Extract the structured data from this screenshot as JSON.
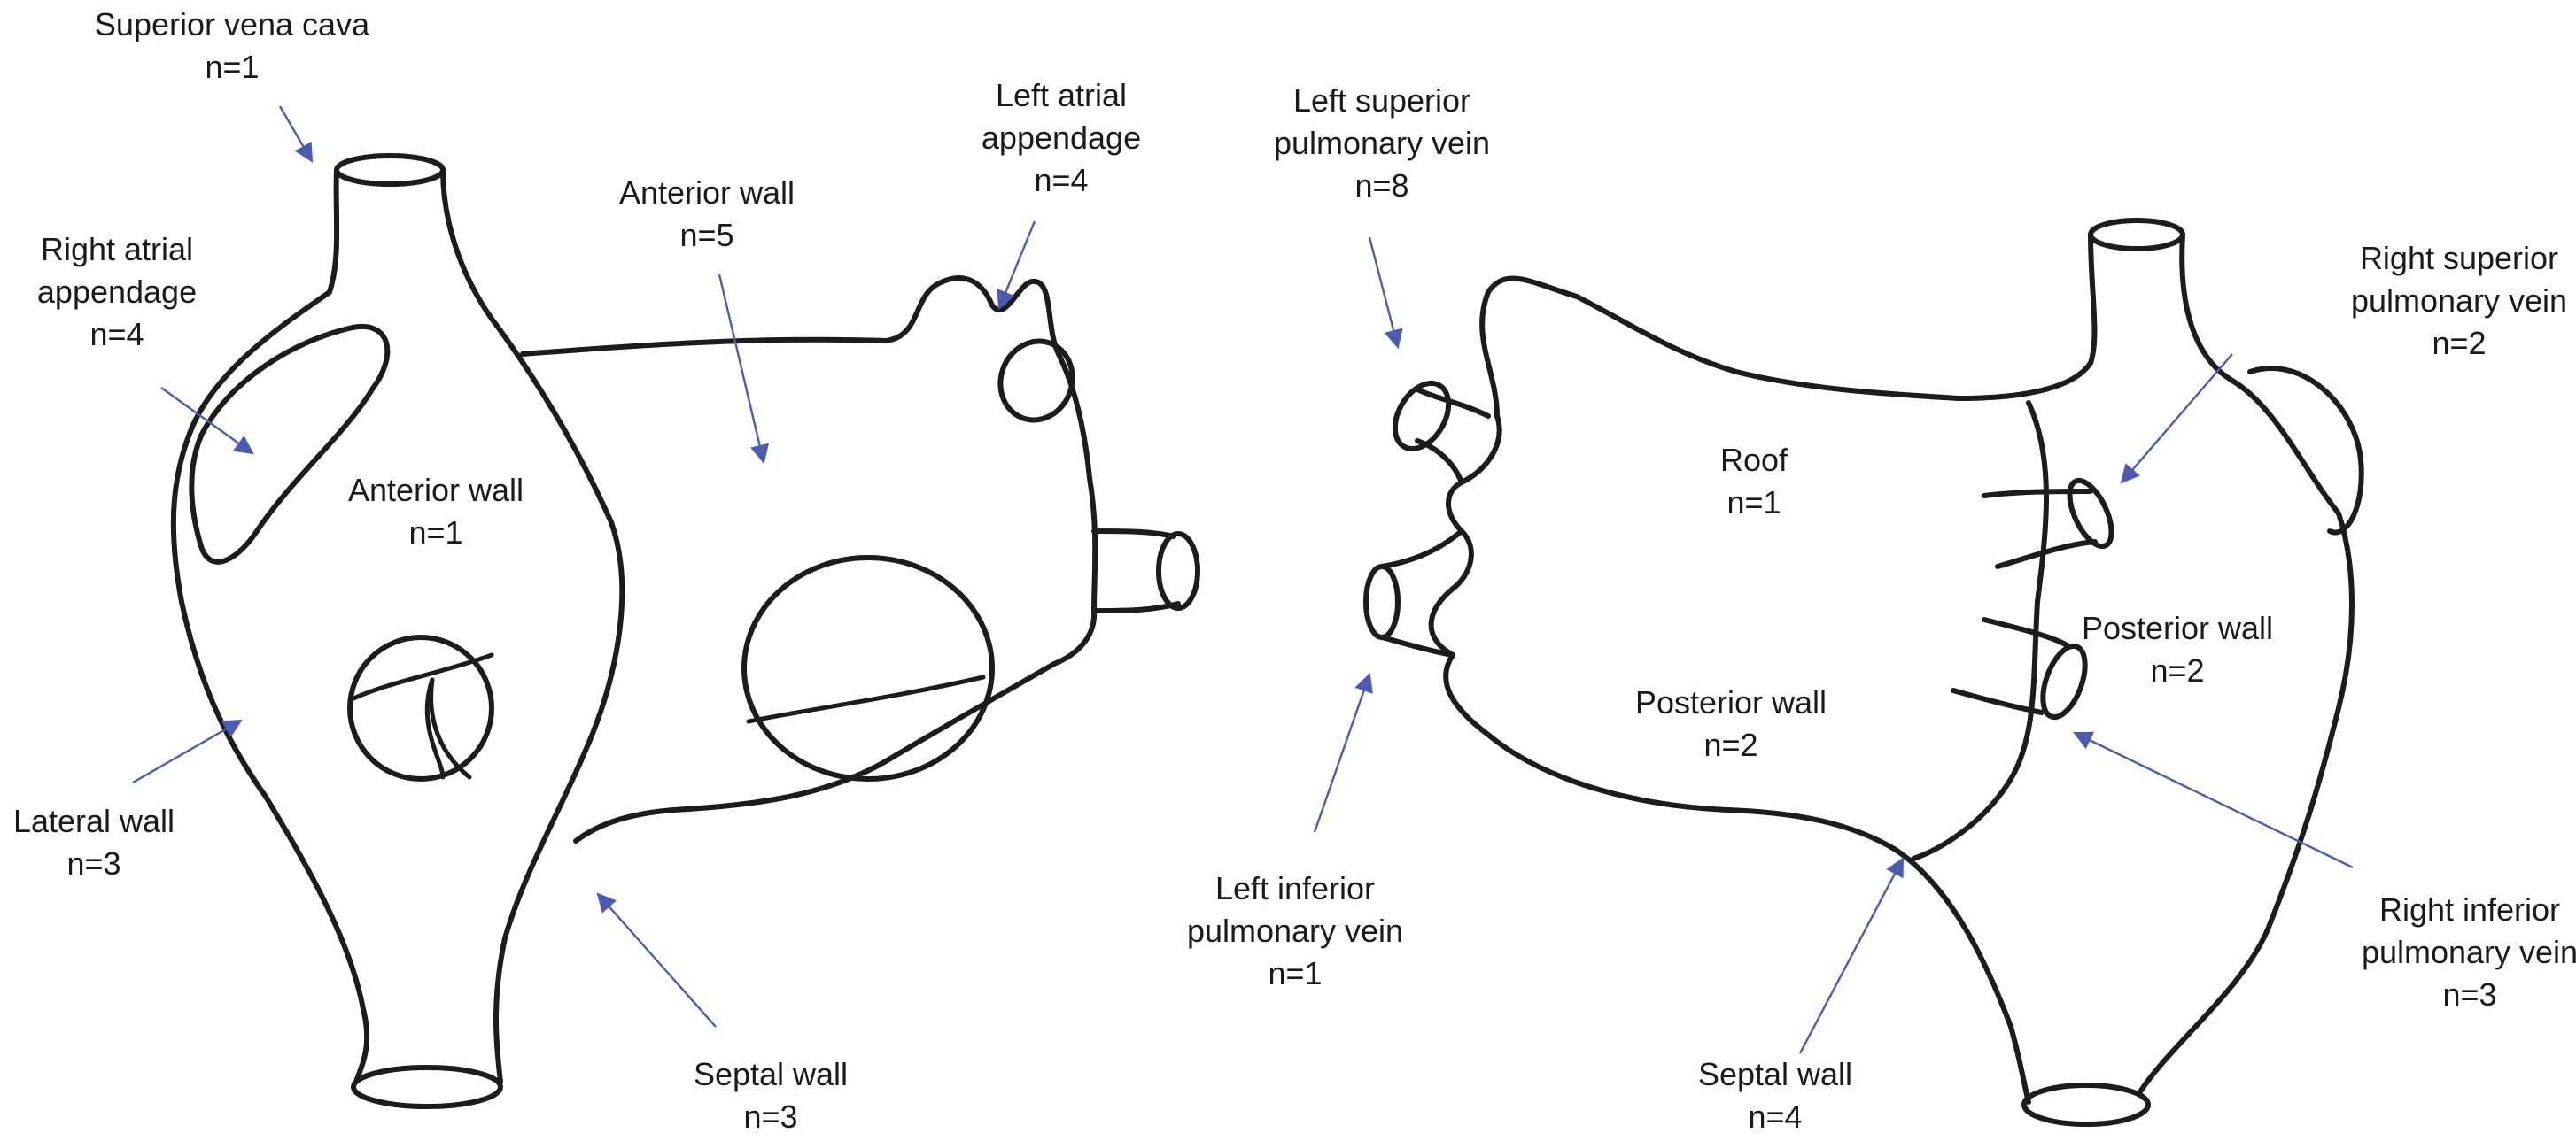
{
  "colors": {
    "ink": "#1c1c1c",
    "arrow": "#4a5bb0",
    "text": "#1a1a1a",
    "background": "#ffffff"
  },
  "right_atrium": {
    "superior_vena_cava": {
      "name": "Superior vena cava",
      "count": "n=1"
    },
    "right_atrial_appendage": {
      "name_line1": "Right atrial",
      "name_line2": "appendage",
      "count": "n=4"
    },
    "anterior_wall": {
      "name": "Anterior wall",
      "count": "n=1"
    },
    "lateral_wall": {
      "name": "Lateral wall",
      "count": "n=3"
    },
    "septal_wall": {
      "name": "Septal wall",
      "count": "n=3"
    }
  },
  "left_atrium_anterior": {
    "anterior_wall": {
      "name": "Anterior wall",
      "count": "n=5"
    },
    "left_atrial_appendage": {
      "name_line1": "Left atrial",
      "name_line2": "appendage",
      "count": "n=4"
    }
  },
  "left_atrium_posterior": {
    "left_superior_pulmonary_vein": {
      "name_line1": "Left superior",
      "name_line2": "pulmonary vein",
      "count": "n=8"
    },
    "left_inferior_pulmonary_vein": {
      "name_line1": "Left inferior",
      "name_line2": "pulmonary vein",
      "count": "n=1"
    },
    "roof": {
      "name": "Roof",
      "count": "n=1"
    },
    "posterior_wall_center": {
      "name": "Posterior wall",
      "count": "n=2"
    },
    "posterior_wall_right": {
      "name": "Posterior wall",
      "count": "n=2"
    },
    "right_superior_pulmonary_vein": {
      "name_line1": "Right superior",
      "name_line2": "pulmonary vein",
      "count": "n=2"
    },
    "right_inferior_pulmonary_vein": {
      "name_line1": "Right inferior",
      "name_line2": "pulmonary vein",
      "count": "n=3"
    },
    "septal_wall": {
      "name": "Septal wall",
      "count": "n=4"
    }
  }
}
